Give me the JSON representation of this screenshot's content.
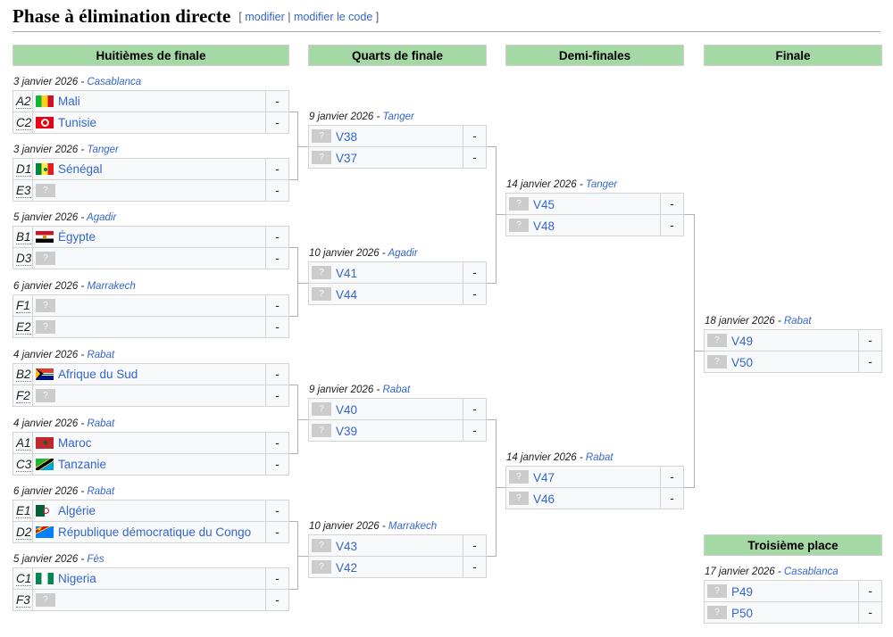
{
  "page": {
    "title": "Phase à élimination directe",
    "edit_open": "[",
    "edit_label": "modifier",
    "edit_sep": "|",
    "edit_code_label": "modifier le code",
    "edit_close": "]",
    "accent_green": "#a4d8a4",
    "link_blue": "#3366cc",
    "row_bg": "#f8f9fa",
    "border": "#d4d4d4"
  },
  "columns": [
    {
      "key": "r16",
      "label": "Huitièmes de finale"
    },
    {
      "key": "qf",
      "label": "Quarts de finale"
    },
    {
      "key": "sf",
      "label": "Demi-finales"
    },
    {
      "key": "final",
      "label": "Finale"
    },
    {
      "key": "third",
      "label": "Troisième place"
    }
  ],
  "placeholder_glyph": "?",
  "empty_score": "-",
  "matches": {
    "r16": [
      {
        "date": "3 janvier 2026 - ",
        "venue": "Casablanca",
        "teams": [
          {
            "seed": "A2",
            "name": "Mali",
            "flag": "mali",
            "score": "-"
          },
          {
            "seed": "C2",
            "name": "Tunisie",
            "flag": "tunisie",
            "score": "-"
          }
        ]
      },
      {
        "date": "3 janvier 2026 - ",
        "venue": "Tanger",
        "teams": [
          {
            "seed": "D1",
            "name": "Sénégal",
            "flag": "senegal",
            "score": "-"
          },
          {
            "seed": "E3",
            "name": "",
            "flag": "unknown",
            "score": "-"
          }
        ]
      },
      {
        "date": "5 janvier 2026 - ",
        "venue": "Agadir",
        "teams": [
          {
            "seed": "B1",
            "name": "Égypte",
            "flag": "egypte",
            "score": "-"
          },
          {
            "seed": "D3",
            "name": "",
            "flag": "unknown",
            "score": "-"
          }
        ]
      },
      {
        "date": "6 janvier 2026 - ",
        "venue": "Marrakech",
        "teams": [
          {
            "seed": "F1",
            "name": "",
            "flag": "unknown",
            "score": "-"
          },
          {
            "seed": "E2",
            "name": "",
            "flag": "unknown",
            "score": "-"
          }
        ]
      },
      {
        "date": "4 janvier 2026 - ",
        "venue": "Rabat",
        "teams": [
          {
            "seed": "B2",
            "name": "Afrique du Sud",
            "flag": "afriquedusud",
            "score": "-"
          },
          {
            "seed": "F2",
            "name": "",
            "flag": "unknown",
            "score": "-"
          }
        ]
      },
      {
        "date": "4 janvier 2026 - ",
        "venue": "Rabat",
        "teams": [
          {
            "seed": "A1",
            "name": "Maroc",
            "flag": "maroc",
            "score": "-"
          },
          {
            "seed": "C3",
            "name": "Tanzanie",
            "flag": "tanzanie",
            "score": "-"
          }
        ]
      },
      {
        "date": "6 janvier 2026 - ",
        "venue": "Rabat",
        "teams": [
          {
            "seed": "E1",
            "name": "Algérie",
            "flag": "algerie",
            "score": "-"
          },
          {
            "seed": "D2",
            "name": "République démocratique du Congo",
            "flag": "rdc",
            "score": "-"
          }
        ]
      },
      {
        "date": "5 janvier 2026 - ",
        "venue": "Fès",
        "teams": [
          {
            "seed": "C1",
            "name": "Nigeria",
            "flag": "nigeria",
            "score": "-"
          },
          {
            "seed": "F3",
            "name": "",
            "flag": "unknown",
            "score": "-"
          }
        ]
      }
    ],
    "qf": [
      {
        "date": "9 janvier 2026 - ",
        "venue": "Tanger",
        "teams": [
          {
            "seed": "",
            "name": "V38",
            "flag": "unknown",
            "score": "-"
          },
          {
            "seed": "",
            "name": "V37",
            "flag": "unknown",
            "score": "-"
          }
        ]
      },
      {
        "date": "10 janvier 2026 - ",
        "venue": "Agadir",
        "teams": [
          {
            "seed": "",
            "name": "V41",
            "flag": "unknown",
            "score": "-"
          },
          {
            "seed": "",
            "name": "V44",
            "flag": "unknown",
            "score": "-"
          }
        ]
      },
      {
        "date": "9 janvier 2026 - ",
        "venue": "Rabat",
        "teams": [
          {
            "seed": "",
            "name": "V40",
            "flag": "unknown",
            "score": "-"
          },
          {
            "seed": "",
            "name": "V39",
            "flag": "unknown",
            "score": "-"
          }
        ]
      },
      {
        "date": "10 janvier 2026 - ",
        "venue": "Marrakech",
        "teams": [
          {
            "seed": "",
            "name": "V43",
            "flag": "unknown",
            "score": "-"
          },
          {
            "seed": "",
            "name": "V42",
            "flag": "unknown",
            "score": "-"
          }
        ]
      }
    ],
    "sf": [
      {
        "date": "14 janvier 2026 - ",
        "venue": "Tanger",
        "teams": [
          {
            "seed": "",
            "name": "V45",
            "flag": "unknown",
            "score": "-"
          },
          {
            "seed": "",
            "name": "V48",
            "flag": "unknown",
            "score": "-"
          }
        ]
      },
      {
        "date": "14 janvier 2026 - ",
        "venue": "Rabat",
        "teams": [
          {
            "seed": "",
            "name": "V47",
            "flag": "unknown",
            "score": "-"
          },
          {
            "seed": "",
            "name": "V46",
            "flag": "unknown",
            "score": "-"
          }
        ]
      }
    ],
    "final": [
      {
        "date": "18 janvier 2026 - ",
        "venue": "Rabat",
        "teams": [
          {
            "seed": "",
            "name": "V49",
            "flag": "unknown",
            "score": "-"
          },
          {
            "seed": "",
            "name": "V50",
            "flag": "unknown",
            "score": "-"
          }
        ]
      }
    ],
    "third": [
      {
        "date": "17 janvier 2026 - ",
        "venue": "Casablanca",
        "teams": [
          {
            "seed": "",
            "name": "P49",
            "flag": "unknown",
            "score": "-"
          },
          {
            "seed": "",
            "name": "P50",
            "flag": "unknown",
            "score": "-"
          }
        ]
      }
    ]
  }
}
